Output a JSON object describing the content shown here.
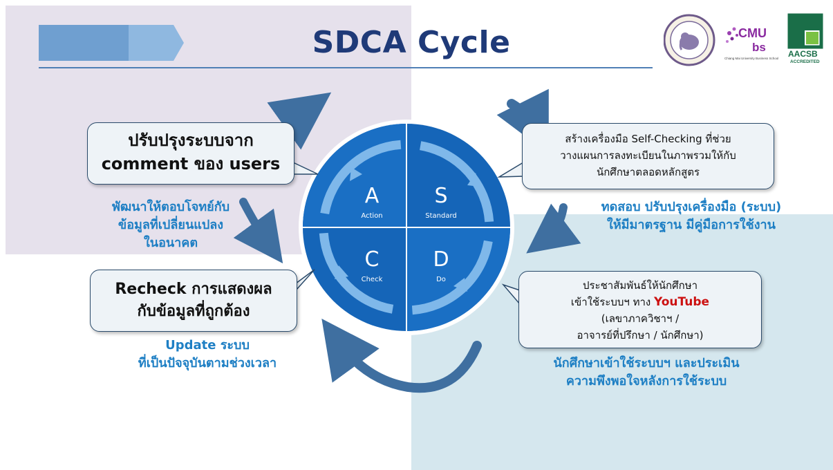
{
  "title": "SDCA Cycle",
  "logos": {
    "university_seal": "university-seal",
    "cmubs": "CMU bs",
    "cmubs_caption": "Chiang Mai University Business School",
    "aacsb": "AACSB",
    "aacsb_sub": "ACCREDITED"
  },
  "cycle": {
    "A": {
      "letter": "A",
      "label": "Action"
    },
    "S": {
      "letter": "S",
      "label": "Standard"
    },
    "C": {
      "letter": "C",
      "label": "Check"
    },
    "D": {
      "letter": "D",
      "label": "Do"
    }
  },
  "boxes": {
    "action": {
      "line1": "ปรับปรุงระบบจาก",
      "line2": "comment ของ users"
    },
    "standard": {
      "line1": "สร้างเครื่องมือ Self-Checking ที่ช่วย",
      "line2": "วางแผนการลงทะเบียนในภาพรวมให้กับ",
      "line3": "นักศึกษาตลอดหลักสูตร"
    },
    "check": {
      "line1": "Recheck การแสดงผล",
      "line2": "กับข้อมูลที่ถูกต้อง"
    },
    "do": {
      "line1": "ประชาสัมพันธ์ให้นักศึกษา",
      "line2_prefix": "เข้าใช้ระบบฯ ทาง",
      "line2_highlight": "YouTube",
      "line3": "(เลขาภาควิชาฯ /",
      "line4": "อาจารย์ที่ปรึกษา / นักศึกษา)"
    }
  },
  "subtexts": {
    "action": {
      "line1": "พัฒนาให้ตอบโจทย์กับ",
      "line2": "ข้อมูลที่เปลี่ยนแปลง",
      "line3": "ในอนาคต"
    },
    "standard": {
      "line1": "ทดสอบ ปรับปรุงเครื่องมือ (ระบบ)",
      "line2": "ให้มีมาตรฐาน มีคู่มือการใช้งาน"
    },
    "check": {
      "line1": "Update ระบบ",
      "line2": "ที่เป็นปัจจุบันตามช่วงเวลา"
    },
    "do": {
      "line1": "นักศึกษาเข้าใช้ระบบฯ และประเมิน",
      "line2": "ความพึงพอใจหลังการใช้ระบบ"
    }
  },
  "colors": {
    "title": "#1f3a78",
    "circle": "#1565b8",
    "ring": "#7fb8ea",
    "subtext": "#1e7fc4",
    "highlight": "#cc1111",
    "bg_purple": "#e6e1ec",
    "bg_blue": "#d5e7ee"
  }
}
